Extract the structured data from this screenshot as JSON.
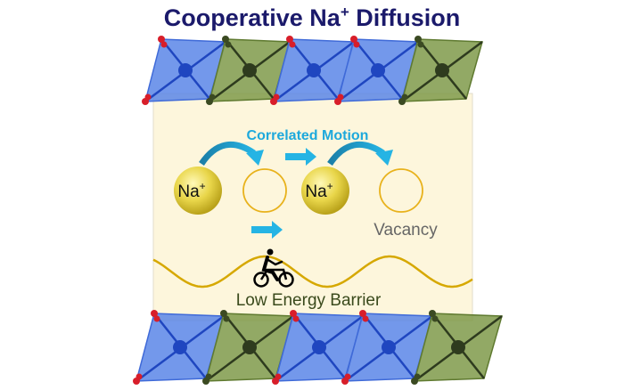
{
  "title": {
    "main": "Cooperative Na",
    "sup": "+",
    "rest": " Diffusion"
  },
  "labels": {
    "correlated_motion": "Correlated Motion",
    "ion": "Na",
    "ion_charge": "+",
    "vacancy": "Vacancy",
    "barrier": "Low Energy Barrier"
  },
  "layers": {
    "top": [
      "blue",
      "green",
      "blue",
      "blue",
      "green"
    ],
    "bottom": [
      "blue",
      "green",
      "blue",
      "blue",
      "green"
    ]
  },
  "colors": {
    "blue": "#5b86e8",
    "green": "#7f9a4a",
    "blue_center": "#1f46c0",
    "green_center": "#2e3b1e",
    "oxygen": "#d81e2a",
    "panel": "#fdf6dc",
    "arrow": "#1ea9dc",
    "wave": "#d6a800"
  }
}
